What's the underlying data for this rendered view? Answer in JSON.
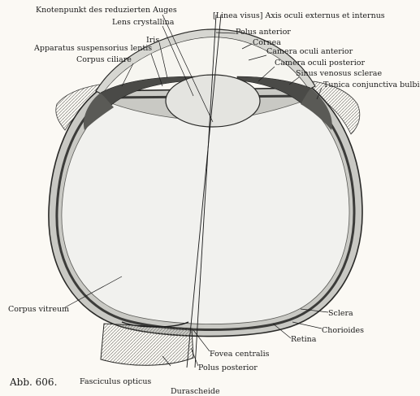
{
  "figure": {
    "caption": "Abb. 606.",
    "labels": {
      "knotenpunkt": "Knotenpunkt des reduzierten Auges",
      "lens": "Lens crystallina",
      "linea_visus": "[Linea visus] Axis oculi externus et internus",
      "polus_anterior": "Polus anterior",
      "cornea": "Cornea",
      "iris": "Iris",
      "apparatus": "Apparatus suspensorius lentis",
      "camera_anterior": "Camera oculi anterior",
      "camera_posterior": "Camera oculi posterior",
      "corpus_ciliare": "Corpus ciliare",
      "sinus": "Sinus venosus sclerae",
      "conjunctiva": "Tunica conjunctiva bulbi",
      "corpus_vitreum": "Corpus vitreum",
      "sclera": "Sclera",
      "chorioides": "Chorioides",
      "retina": "Retina",
      "fovea": "Fovea centralis",
      "polus_posterior": "Polus posterior",
      "fasciculus": "Fasciculus opticus",
      "durascheide": "Durascheide"
    }
  },
  "colors": {
    "ink": "#1a1a1a",
    "paper": "#fbf9f4",
    "tissue": "#c9c9c4",
    "vitreous": "#f1f1ee",
    "lens": "#e4e4e0"
  }
}
